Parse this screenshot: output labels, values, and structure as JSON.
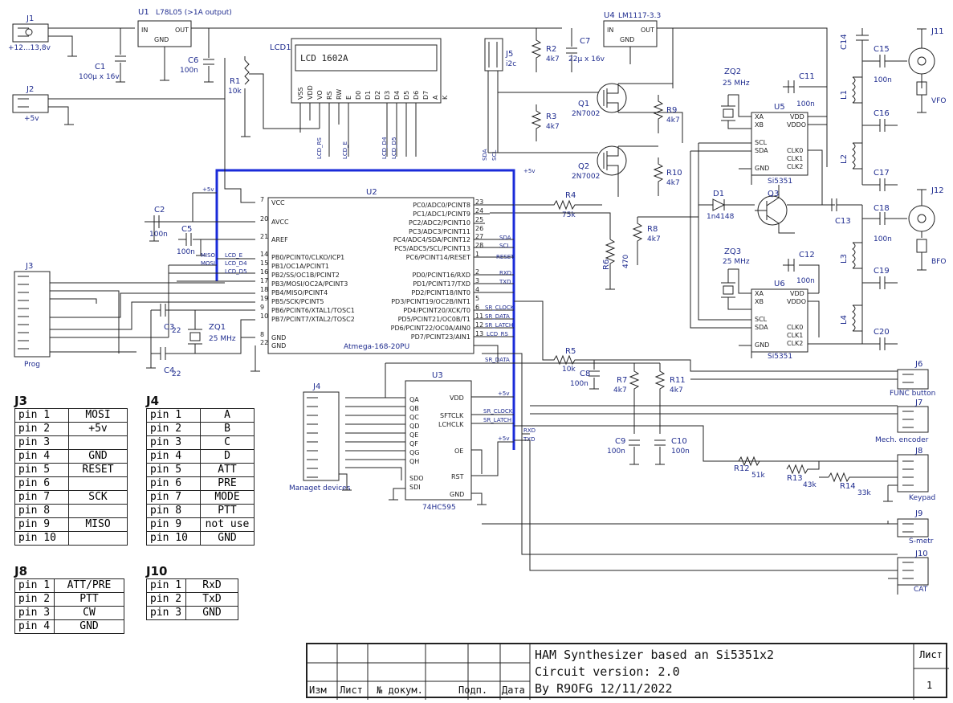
{
  "components": {
    "j1": {
      "ref": "J1",
      "net": "+12...13,8v"
    },
    "u1": {
      "ref": "U1",
      "value": "L78L05 (>1A output)",
      "in": "IN",
      "out": "OUT",
      "gnd": "GND"
    },
    "c1": {
      "ref": "C1",
      "value": "100µ x 16v"
    },
    "c6": {
      "ref": "C6",
      "value": "100n"
    },
    "j2": {
      "ref": "J2",
      "net": "+5v"
    },
    "r1": {
      "ref": "R1",
      "value": "10k"
    },
    "lcd1": {
      "ref": "LCD1",
      "value": "LCD 1602A",
      "pins": [
        "VSS",
        "VDD",
        "VO",
        "RS",
        "RW",
        "E",
        "D0",
        "D1",
        "D2",
        "D3",
        "D4",
        "D5",
        "D6",
        "D7",
        "A",
        "K"
      ]
    },
    "j5": {
      "ref": "J5",
      "value": "i2c"
    },
    "r2": {
      "ref": "R2",
      "value": "4k7"
    },
    "c7": {
      "ref": "C7",
      "value": "22µ x 16v"
    },
    "u4": {
      "ref": "U4",
      "value": "LM1117-3.3",
      "in": "IN",
      "out": "OUT",
      "gnd": "GND"
    },
    "r3": {
      "ref": "R3",
      "value": "4k7"
    },
    "q1": {
      "ref": "Q1",
      "value": "2N7002"
    },
    "q2": {
      "ref": "Q2",
      "value": "2N7002"
    },
    "r9": {
      "ref": "R9",
      "value": "4k7"
    },
    "r10": {
      "ref": "R10",
      "value": "4k7"
    },
    "zq2": {
      "ref": "ZQ2",
      "value": "25 MHz"
    },
    "zq3": {
      "ref": "ZQ3",
      "value": "25 MHz"
    },
    "u5": {
      "ref": "U5",
      "value": "Si5351",
      "pins": [
        "XA",
        "XB",
        "SCL",
        "SDA",
        "GND",
        "VDD",
        "VDDO",
        "CLK0",
        "CLK1",
        "CLK2"
      ]
    },
    "u6": {
      "ref": "U6",
      "value": "Si5351"
    },
    "c11": {
      "ref": "C11",
      "value": "100n"
    },
    "c12": {
      "ref": "C12",
      "value": "100n"
    },
    "c13": {
      "ref": "C13"
    },
    "c14": {
      "ref": "C14"
    },
    "c15": {
      "ref": "C15",
      "value": "100n"
    },
    "c16": {
      "ref": "C16"
    },
    "c17": {
      "ref": "C17"
    },
    "c18": {
      "ref": "C18",
      "value": "100n"
    },
    "c19": {
      "ref": "C19"
    },
    "c20": {
      "ref": "C20"
    },
    "l1": {
      "ref": "L1"
    },
    "l2": {
      "ref": "L2"
    },
    "l3": {
      "ref": "L3"
    },
    "l4": {
      "ref": "L4"
    },
    "j11": {
      "ref": "J11",
      "value": "VFO"
    },
    "j12": {
      "ref": "J12",
      "value": "BFO"
    },
    "d1": {
      "ref": "D1",
      "value": "1n4148"
    },
    "q3": {
      "ref": "Q3"
    },
    "r4": {
      "ref": "R4",
      "value": "75k"
    },
    "r6": {
      "ref": "R6",
      "value": "470"
    },
    "r8": {
      "ref": "R8",
      "value": "4k7"
    },
    "c2": {
      "ref": "C2",
      "value": "100n"
    },
    "c5": {
      "ref": "C5",
      "value": "100n"
    },
    "c3": {
      "ref": "C3",
      "value": "22"
    },
    "c4": {
      "ref": "C4",
      "value": "22"
    },
    "zq1": {
      "ref": "ZQ1",
      "value": "25 MHz"
    },
    "j3": {
      "ref": "J3",
      "value": "Prog"
    },
    "u2": {
      "ref": "U2",
      "value": "Atmega-168-20PU",
      "left_pins": [
        "VCC",
        "AVCC",
        "AREF",
        "PB0/PCINT0/CLKO/ICP1",
        "PB1/OC1A/PCINT1",
        "PB2/SS/OC1B/PCINT2",
        "PB3/MOSI/OC2A/PCINT3",
        "PB4/MISO/PCINT4",
        "PB5/SCK/PCINT5",
        "PB6/PCINT6/XTAL1/TOSC1",
        "PB7/PCINT7/XTAL2/TOSC2",
        "GND",
        "GND"
      ],
      "left_nums": [
        "7",
        "20",
        "21",
        "14",
        "15",
        "16",
        "17",
        "18",
        "19",
        "9",
        "10",
        "8",
        "22"
      ],
      "right_pins": [
        "PC0/ADC0/PCINT8",
        "PC1/ADC1/PCINT9",
        "PC2/ADC2/PCINT10",
        "PC3/ADC3/PCINT11",
        "PC4/ADC4/SDA/PCINT12",
        "PC5/ADC5/SCL/PCINT13",
        "PC6/PCINT14/RESET",
        "PD0/PCINT16/RXD",
        "PD1/PCINT17/TXD",
        "PD2/PCINT18/INT0",
        "PD3/PCINT19/OC2B/INT1",
        "PD4/PCINT20/XCK/T0",
        "PD5/PCINT21/OC0B/T1",
        "PD6/PCINT22/OC0A/AIN0",
        "PD7/PCINT23/AIN1"
      ],
      "right_nums": [
        "23",
        "24",
        "25",
        "26",
        "27",
        "28",
        "1",
        "2",
        "3",
        "4",
        "5",
        "6",
        "11",
        "12",
        "13"
      ]
    },
    "r5": {
      "ref": "R5",
      "value": "10k"
    },
    "c8": {
      "ref": "C8",
      "value": "100n"
    },
    "r7": {
      "ref": "R7",
      "value": "4k7"
    },
    "r11": {
      "ref": "R11",
      "value": "4k7"
    },
    "c9": {
      "ref": "C9",
      "value": "100n"
    },
    "c10": {
      "ref": "C10",
      "value": "100n"
    },
    "u3": {
      "ref": "U3",
      "value": "74HC595",
      "left_pins": [
        "QA",
        "QB",
        "QC",
        "QD",
        "QE",
        "QF",
        "QG",
        "QH",
        "SDO",
        "SDI"
      ],
      "right_pins": [
        "VDD",
        "SFTCLK",
        "LCHCLK",
        "OE",
        "RST",
        "GND"
      ]
    },
    "j4": {
      "ref": "J4",
      "value": "Managet devices"
    },
    "r12": {
      "ref": "R12",
      "value": "51k"
    },
    "r13": {
      "ref": "R13",
      "value": "43k"
    },
    "r14": {
      "ref": "R14",
      "value": "33k"
    },
    "j6": {
      "ref": "J6",
      "value": "FUNC button"
    },
    "j7": {
      "ref": "J7",
      "value": "Mech. encoder"
    },
    "j8": {
      "ref": "J8",
      "value": "Keypad"
    },
    "j9": {
      "ref": "J9",
      "value": "S-metr"
    },
    "j10": {
      "ref": "J10",
      "value": "CAT"
    }
  },
  "nets": {
    "plus5": "+5v",
    "lcd_rs": "LCD_RS",
    "lcd_e": "LCD_E",
    "lcd_d4": "LCD_D4",
    "lcd_d5": "LCD_D5",
    "miso": "MISO",
    "mosi": "MOSI",
    "sda": "SDA",
    "scl": "SCL",
    "reset": "RESET",
    "rxd": "RXD",
    "txd": "TXD",
    "sr_clock": "SR_CLOCK",
    "sr_data": "SR_DATA",
    "sr_latch": "SR_LATCH"
  },
  "tables": {
    "j3": {
      "title": "J3",
      "rows": [
        [
          "pin 1",
          "MOSI"
        ],
        [
          "pin 2",
          "+5v"
        ],
        [
          "pin 3",
          ""
        ],
        [
          "pin 4",
          "GND"
        ],
        [
          "pin 5",
          "RESET"
        ],
        [
          "pin 6",
          ""
        ],
        [
          "pin 7",
          "SCK"
        ],
        [
          "pin 8",
          ""
        ],
        [
          "pin 9",
          "MISO"
        ],
        [
          "pin 10",
          ""
        ]
      ]
    },
    "j4": {
      "title": "J4",
      "rows": [
        [
          "pin 1",
          "A"
        ],
        [
          "pin 2",
          "B"
        ],
        [
          "pin 3",
          "C"
        ],
        [
          "pin 4",
          "D"
        ],
        [
          "pin 5",
          "ATT"
        ],
        [
          "pin 6",
          "PRE"
        ],
        [
          "pin 7",
          "MODE"
        ],
        [
          "pin 8",
          "PTT"
        ],
        [
          "pin 9",
          "not use"
        ],
        [
          "pin 10",
          "GND"
        ]
      ]
    },
    "j8": {
      "title": "J8",
      "rows": [
        [
          "pin 1",
          "ATT/PRE"
        ],
        [
          "pin 2",
          "PTT"
        ],
        [
          "pin 3",
          "CW"
        ],
        [
          "pin 4",
          "GND"
        ]
      ]
    },
    "j10": {
      "title": "J10",
      "rows": [
        [
          "pin 1",
          "RxD"
        ],
        [
          "pin 2",
          "TxD"
        ],
        [
          "pin 3",
          "GND"
        ]
      ]
    }
  },
  "title_block": {
    "title": "HAM Synthesizer based an Si5351x2",
    "version": "Circuit version: 2.0",
    "author": "By R9OFG 12/11/2022",
    "labels": [
      "Изм",
      "Лист",
      "№ докум.",
      "Подп.",
      "Дата"
    ],
    "sheet_label": "Лист",
    "sheet_number": "1"
  }
}
